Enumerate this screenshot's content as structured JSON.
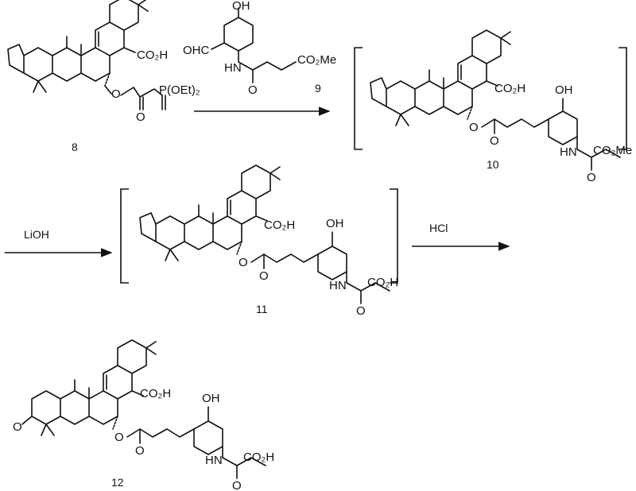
{
  "compounds": {
    "c8": {
      "number": "8",
      "acid": "CO2H",
      "phosphonate": "P(OEt)2",
      "oxo": "O"
    },
    "c9": {
      "number": "9",
      "oh": "OH",
      "aldehyde": "OHC",
      "nh": "HN",
      "ester": "CO2Me",
      "oxo": "O"
    },
    "c10": {
      "number": "10",
      "acid": "CO2H",
      "oh": "OH",
      "nh": "HN",
      "ester": "CO2Me",
      "oxo": "O"
    },
    "c11": {
      "number": "11",
      "acid": "CO2H",
      "oh": "OH",
      "nh": "HN",
      "acid2": "CO2H",
      "oxo": "O"
    },
    "c12": {
      "number": "12",
      "acid": "CO2H",
      "oh": "OH",
      "nh": "HN",
      "acid2": "CO2H",
      "oxo": "O",
      "ketone": "O"
    }
  },
  "reagents": {
    "step2": "LiOH",
    "step3": "HCl"
  }
}
